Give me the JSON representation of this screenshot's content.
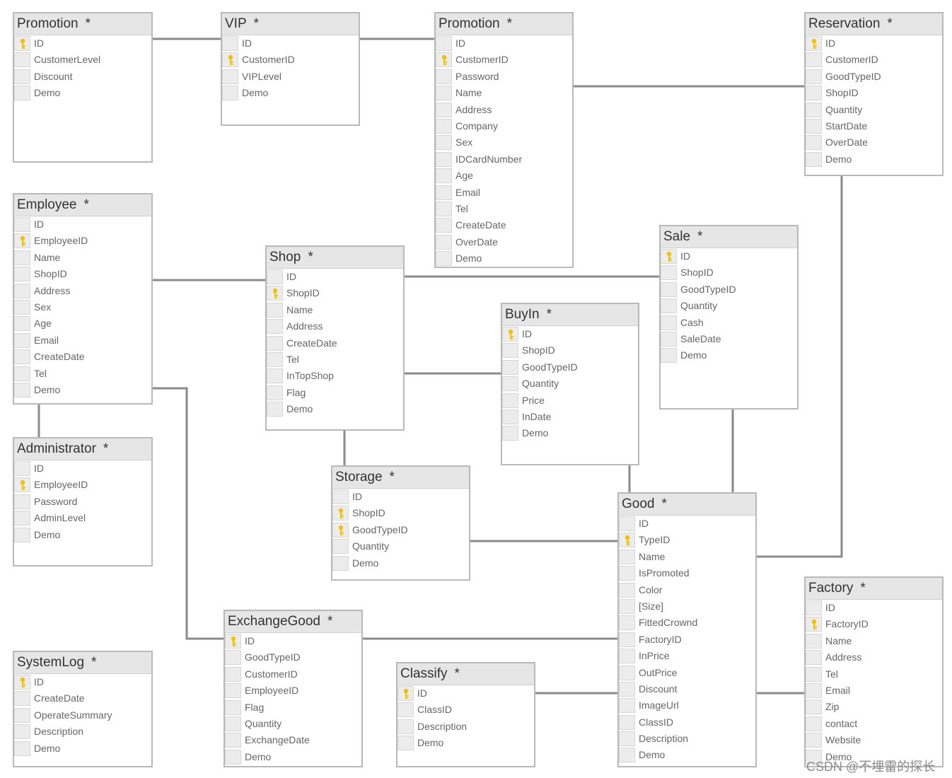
{
  "entities": [
    {
      "id": "promotion-1",
      "title": "Promotion",
      "marker": "*",
      "fields": [
        {
          "name": "ID",
          "pk": true
        },
        {
          "name": "CustomerLevel"
        },
        {
          "name": "Discount"
        },
        {
          "name": "Demo"
        }
      ]
    },
    {
      "id": "vip",
      "title": "VIP",
      "marker": "*",
      "fields": [
        {
          "name": "ID"
        },
        {
          "name": "CustomerID",
          "pk": true
        },
        {
          "name": "VIPLevel"
        },
        {
          "name": "Demo"
        }
      ]
    },
    {
      "id": "promotion-2",
      "title": "Promotion",
      "marker": "*",
      "fields": [
        {
          "name": "ID"
        },
        {
          "name": "CustomerID",
          "pk": true
        },
        {
          "name": "Password"
        },
        {
          "name": "Name"
        },
        {
          "name": "Address"
        },
        {
          "name": "Company"
        },
        {
          "name": "Sex"
        },
        {
          "name": "IDCardNumber"
        },
        {
          "name": "Age"
        },
        {
          "name": "Email"
        },
        {
          "name": "Tel"
        },
        {
          "name": "CreateDate"
        },
        {
          "name": "OverDate"
        },
        {
          "name": "Demo"
        }
      ]
    },
    {
      "id": "reservation",
      "title": "Reservation",
      "marker": "*",
      "fields": [
        {
          "name": "ID",
          "pk": true
        },
        {
          "name": "CustomerID"
        },
        {
          "name": "GoodTypeID"
        },
        {
          "name": "ShopID"
        },
        {
          "name": "Quantity"
        },
        {
          "name": "StartDate"
        },
        {
          "name": "OverDate"
        },
        {
          "name": "Demo"
        }
      ]
    },
    {
      "id": "employee",
      "title": "Employee",
      "marker": "*",
      "fields": [
        {
          "name": "ID"
        },
        {
          "name": "EmployeeID",
          "pk": true
        },
        {
          "name": "Name"
        },
        {
          "name": "ShopID"
        },
        {
          "name": "Address"
        },
        {
          "name": "Sex"
        },
        {
          "name": "Age"
        },
        {
          "name": "Email"
        },
        {
          "name": "CreateDate"
        },
        {
          "name": "Tel"
        },
        {
          "name": "Demo"
        }
      ]
    },
    {
      "id": "shop",
      "title": "Shop",
      "marker": "*",
      "fields": [
        {
          "name": "ID"
        },
        {
          "name": "ShopID",
          "pk": true
        },
        {
          "name": "Name"
        },
        {
          "name": "Address"
        },
        {
          "name": "CreateDate"
        },
        {
          "name": "Tel"
        },
        {
          "name": "InTopShop"
        },
        {
          "name": "Flag"
        },
        {
          "name": "Demo"
        }
      ]
    },
    {
      "id": "sale",
      "title": "Sale",
      "marker": "*",
      "fields": [
        {
          "name": "ID",
          "pk": true
        },
        {
          "name": "ShopID"
        },
        {
          "name": "GoodTypeID"
        },
        {
          "name": "Quantity"
        },
        {
          "name": "Cash"
        },
        {
          "name": "SaleDate"
        },
        {
          "name": "Demo"
        }
      ]
    },
    {
      "id": "buyin",
      "title": "BuyIn",
      "marker": "*",
      "fields": [
        {
          "name": "ID",
          "pk": true
        },
        {
          "name": "ShopID"
        },
        {
          "name": "GoodTypeID"
        },
        {
          "name": "Quantity"
        },
        {
          "name": "Price"
        },
        {
          "name": "InDate"
        },
        {
          "name": "Demo"
        }
      ]
    },
    {
      "id": "administrator",
      "title": "Administrator",
      "marker": "*",
      "fields": [
        {
          "name": "ID"
        },
        {
          "name": "EmployeeID",
          "pk": true
        },
        {
          "name": "Password"
        },
        {
          "name": "AdminLevel"
        },
        {
          "name": "Demo"
        }
      ]
    },
    {
      "id": "storage",
      "title": "Storage",
      "marker": "*",
      "fields": [
        {
          "name": "ID"
        },
        {
          "name": "ShopID",
          "pk": true
        },
        {
          "name": "GoodTypeID",
          "pk": true
        },
        {
          "name": "Quantity"
        },
        {
          "name": "Demo"
        }
      ]
    },
    {
      "id": "good",
      "title": "Good",
      "marker": "*",
      "fields": [
        {
          "name": "ID"
        },
        {
          "name": "TypeID",
          "pk": true
        },
        {
          "name": "Name"
        },
        {
          "name": "IsPromoted"
        },
        {
          "name": "Color"
        },
        {
          "name": "[Size]"
        },
        {
          "name": "FittedCrownd"
        },
        {
          "name": "FactoryID"
        },
        {
          "name": "InPrice"
        },
        {
          "name": "OutPrice"
        },
        {
          "name": "Discount"
        },
        {
          "name": "ImageUrl"
        },
        {
          "name": "ClassID"
        },
        {
          "name": "Description"
        },
        {
          "name": "Demo"
        }
      ]
    },
    {
      "id": "factory",
      "title": "Factory",
      "marker": "*",
      "fields": [
        {
          "name": "ID"
        },
        {
          "name": "FactoryID",
          "pk": true
        },
        {
          "name": "Name"
        },
        {
          "name": "Address"
        },
        {
          "name": "Tel"
        },
        {
          "name": "Email"
        },
        {
          "name": "Zip"
        },
        {
          "name": "contact"
        },
        {
          "name": "Website"
        },
        {
          "name": "Demo"
        }
      ]
    },
    {
      "id": "exchangegood",
      "title": "ExchangeGood",
      "marker": "*",
      "fields": [
        {
          "name": "ID",
          "pk": true
        },
        {
          "name": "GoodTypeID"
        },
        {
          "name": "CustomerID"
        },
        {
          "name": "EmployeeID"
        },
        {
          "name": "Flag"
        },
        {
          "name": "Quantity"
        },
        {
          "name": "ExchangeDate"
        },
        {
          "name": "Demo"
        }
      ]
    },
    {
      "id": "classify",
      "title": "Classify",
      "marker": "*",
      "fields": [
        {
          "name": "ID",
          "pk": true
        },
        {
          "name": "ClassID"
        },
        {
          "name": "Description"
        },
        {
          "name": "Demo"
        }
      ]
    },
    {
      "id": "systemlog",
      "title": "SystemLog",
      "marker": "*",
      "fields": [
        {
          "name": "ID",
          "pk": true
        },
        {
          "name": "CreateDate"
        },
        {
          "name": "OperateSummary"
        },
        {
          "name": "Description"
        },
        {
          "name": "Demo"
        }
      ]
    }
  ],
  "watermark": "CSDN @不埋雷的探长",
  "colors": {
    "line": "#8a8a8a",
    "header": "#e6e6e6",
    "border": "#b9b9b9",
    "key": "#f2c200"
  }
}
